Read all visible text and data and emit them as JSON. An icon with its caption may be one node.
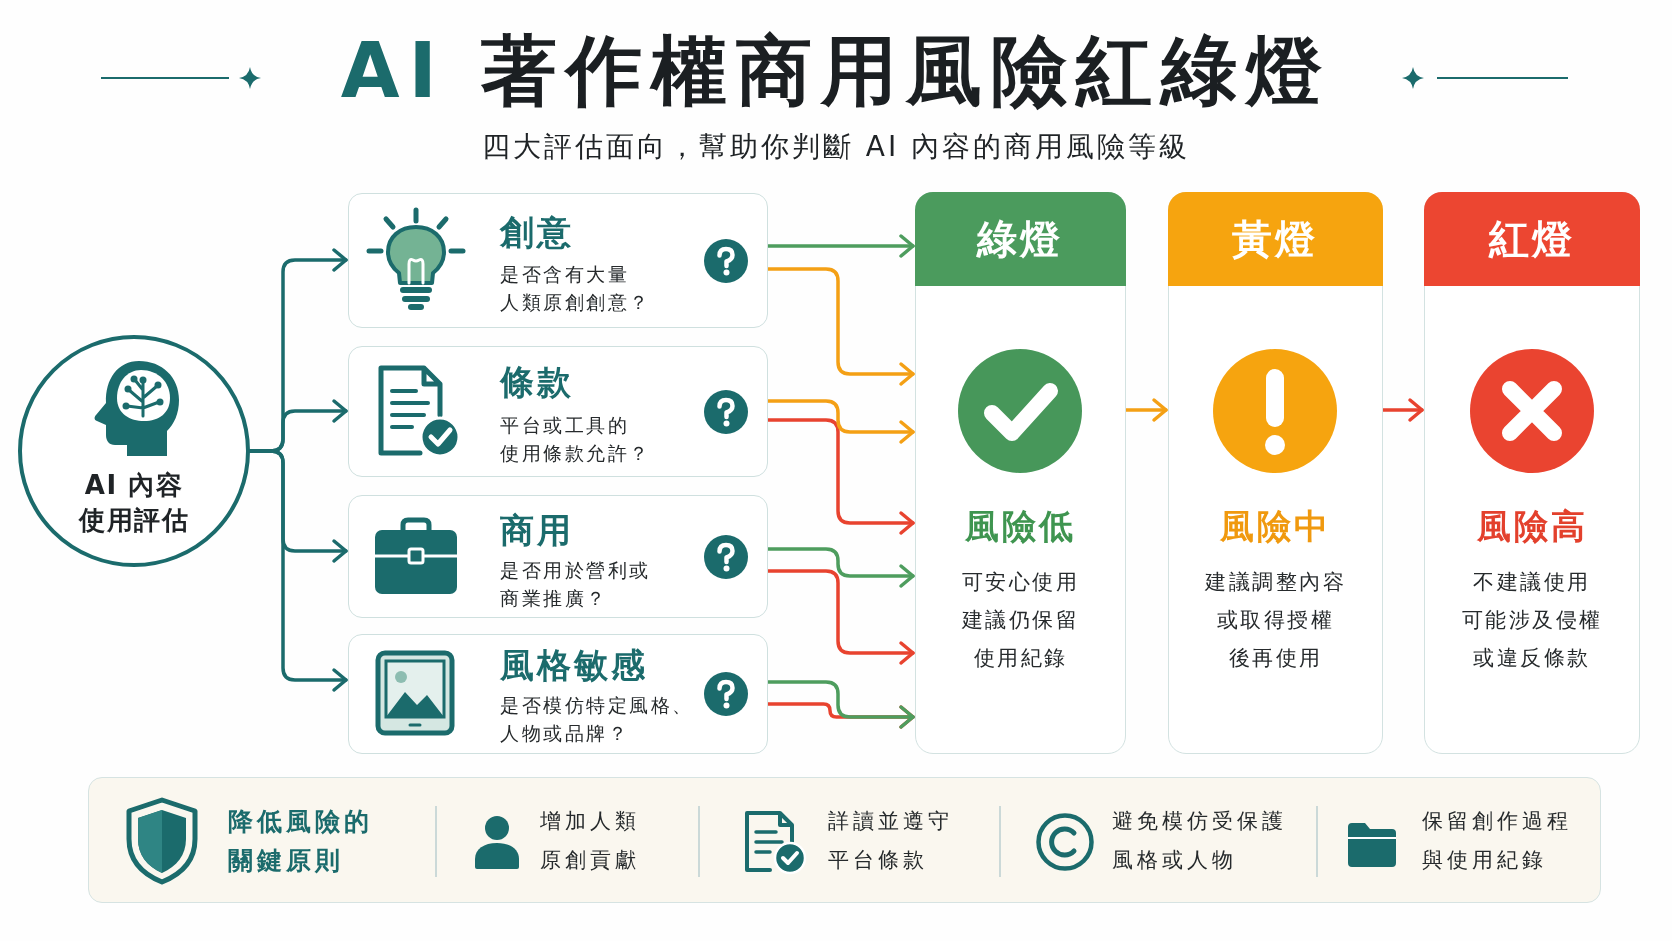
{
  "diagram": {
    "title": "AI 著作權商用風險紅綠燈",
    "nodes": [
      {
        "text": [
          "AI 內容使用評估"
        ]
      },
      {
        "text": [
          "創意",
          "是否含有大量人類原創創意？"
        ]
      },
      {
        "text": [
          "條款",
          "平台或工具的使用條款允許？"
        ]
      },
      {
        "text": [
          "商用",
          "是否用於營利或商業推廣？"
        ]
      },
      {
        "text": [
          "風格敏感",
          "是否模仿特定風格、人物或品牌？"
        ]
      },
      {
        "text": [
          "綠燈",
          "風險低",
          "可安心使用建議仍保留使用紀錄"
        ]
      },
      {
        "text": [
          "黃燈",
          "風險中",
          "建議調整內容或取得授權後再使用"
        ]
      },
      {
        "text": [
          "紅燈",
          "風險高",
          "不建議使用可能涉及侵權或違反條款"
        ]
      },
      {
        "text": [
          "降低風險的關鍵原則",
          "增加人類原創貢獻",
          "詳讀並遵守平台條款",
          "避免模仿受保護風格或人物",
          "保留創作過程與使用紀錄"
        ]
      }
    ],
    "edges": [
      {
        "from": 0,
        "to": 1,
        "arrow": "to"
      },
      {
        "from": 0,
        "to": 2,
        "arrow": "to"
      },
      {
        "from": 0,
        "to": 3,
        "arrow": "to"
      },
      {
        "from": 0,
        "to": 4,
        "arrow": "to"
      },
      {
        "from": 1,
        "to": 5,
        "arrow": "to",
        "color": "#4e9d5e"
      },
      {
        "from": 1,
        "to": 5,
        "arrow": "to",
        "color": "#f4a015"
      },
      {
        "from": 2,
        "to": 5,
        "arrow": "to",
        "color": "#f4a015"
      },
      {
        "from": 2,
        "to": 5,
        "arrow": "to",
        "color": "#e8432f"
      },
      {
        "from": 3,
        "to": 5,
        "arrow": "to",
        "color": "#4e9d5e"
      },
      {
        "from": 3,
        "to": 5,
        "arrow": "to",
        "color": "#e8432f"
      },
      {
        "from": 4,
        "to": 5,
        "arrow": "to",
        "color": "#4e9d5e"
      },
      {
        "from": 4,
        "to": 5,
        "arrow": "to",
        "color": "#e8432f"
      },
      {
        "from": 5,
        "to": 6,
        "arrow": "to",
        "color": "#f4a015"
      },
      {
        "from": 6,
        "to": 7,
        "arrow": "to",
        "color": "#e8432f"
      }
    ],
    "labels": [
      "四大評估面向，幫助你判斷 AI 內容的商用風險等級"
    ]
  }
}
